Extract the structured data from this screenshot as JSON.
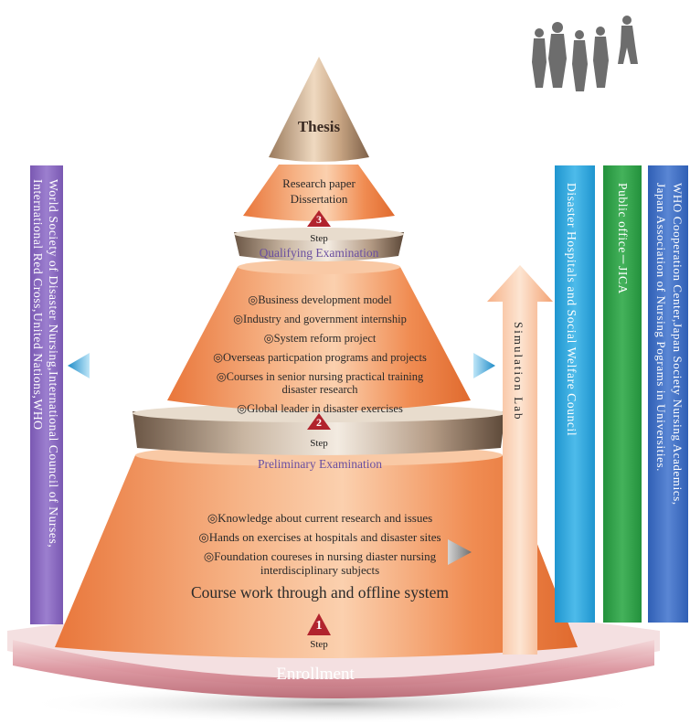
{
  "pyramid": {
    "thesis": "Thesis",
    "tier3": {
      "lines": [
        "Research paper",
        "Dissertation"
      ],
      "step_number": "3",
      "step_label": "Step"
    },
    "qualifying": "Qualifying Examination",
    "tier2": {
      "items": [
        "◎Business development model",
        "◎Industry and government internship",
        "◎System reform project",
        "◎Overseas particpation programs and projects",
        "◎Courses in senior nursing practical training",
        "disaster research",
        "◎Global leader in disaster exercises"
      ],
      "step_number": "2",
      "step_label": "Step"
    },
    "preliminary": "Preliminary Examination",
    "tier1": {
      "items": [
        "◎Knowledge about current research and issues",
        "◎Hands on exercises at hospitals and disaster sites",
        "◎Foundation coureses in nursing diaster nursing",
        "interdisciplinary subjects"
      ],
      "course_work": "Course work through and offline system",
      "step_number": "1",
      "step_label": "Step"
    },
    "enrollment": "Enrollment"
  },
  "simulation_lab": "Simulation Lab",
  "left_panel": {
    "line1": "World Society of Disaster Nursing,International Council of Nurses,",
    "line2": "International Red Cross,United Nations,WHO"
  },
  "right_panels": [
    {
      "text": "Disaster Hospitals and Social Welfare Council",
      "color": "#2aa7dc"
    },
    {
      "text": "Public office－JICA",
      "color": "#2fa14a"
    },
    {
      "line1": "WHO Cooperation Center,Japan Society Nursing Academics,",
      "line2": "Japan Association of Nursing Pograms in Universities.",
      "color": "#3b6cc0"
    }
  ],
  "colors": {
    "orange": "#ef8a4a",
    "purple_panel": "#8a67bf",
    "step_marker": "#b1232d",
    "exam_text": "#6a4fa0"
  }
}
